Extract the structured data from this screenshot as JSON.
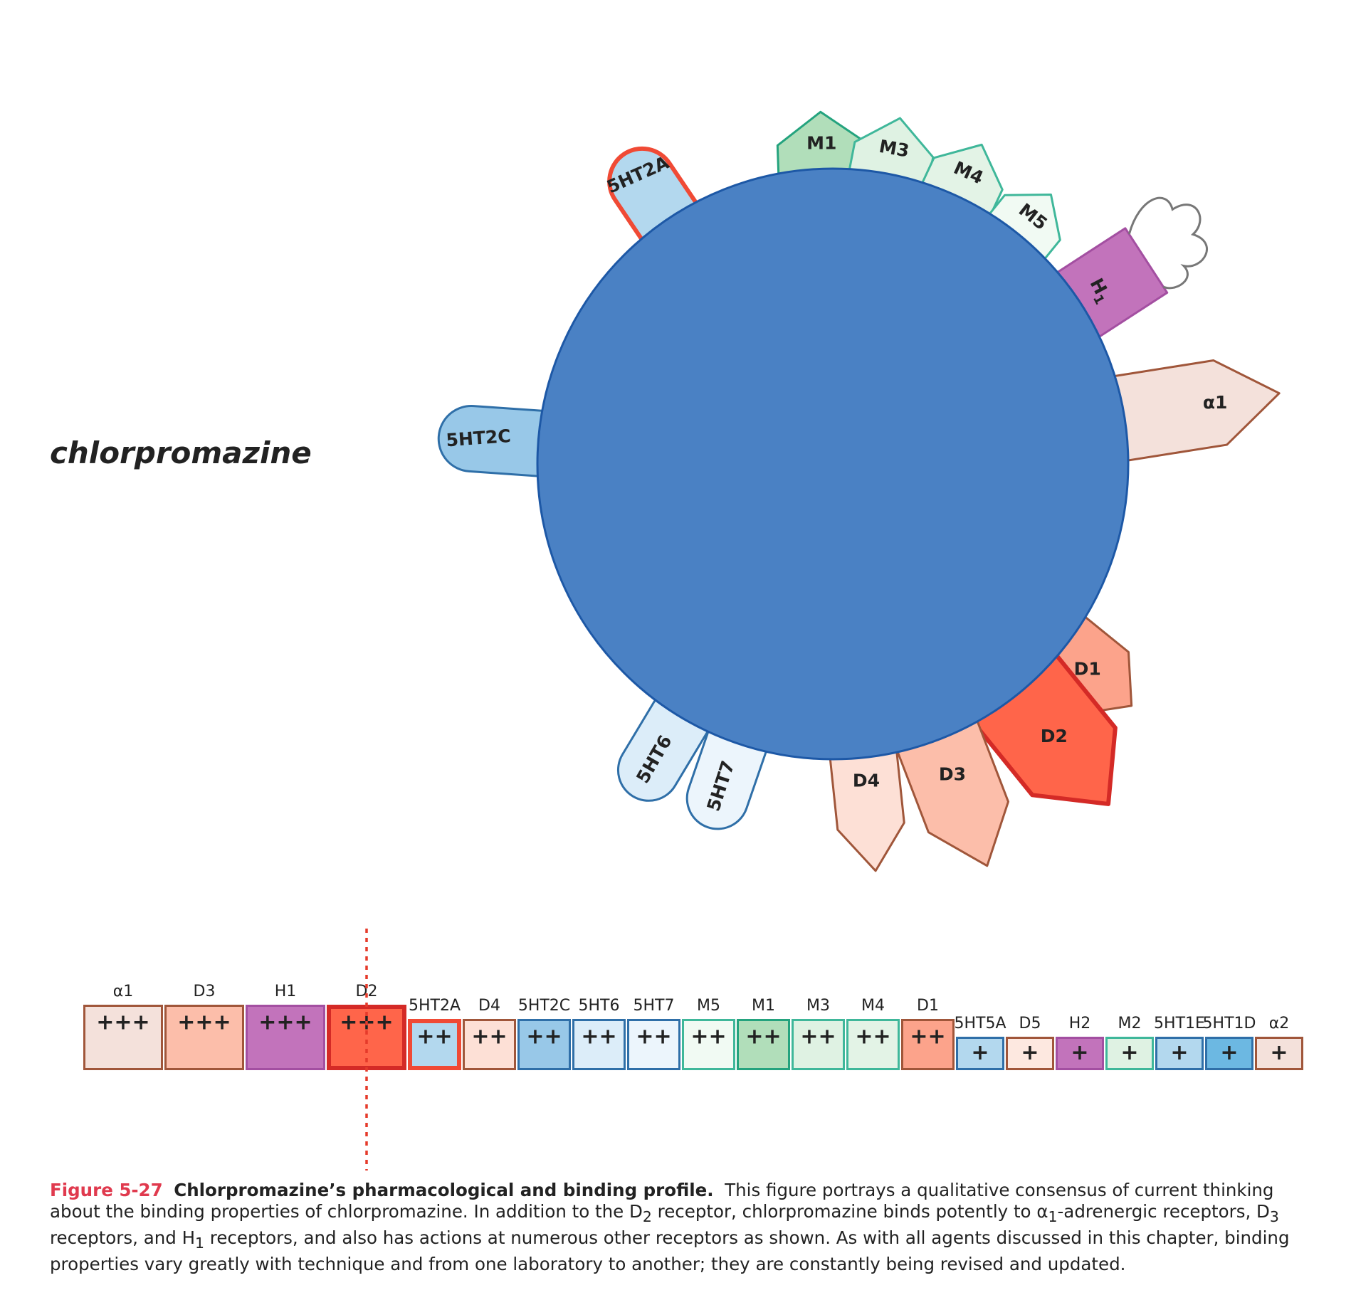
{
  "drug_name": "chlorpromazine",
  "colors": {
    "circle_fill": "#4a81c4",
    "circle_stroke": "#1d58a6",
    "highlight_stroke": "#e53a2a",
    "dotted_line": "#e53a2a",
    "caption_accent": "#e03a4e"
  },
  "receptors": [
    {
      "id": "5HT2A",
      "label": "5HT2A",
      "shape": "pill",
      "fill": "#b3d8ee",
      "stroke": "#f04a35",
      "highlight": true
    },
    {
      "id": "5HT2C",
      "label": "5HT2C",
      "shape": "pill",
      "fill": "#98c8e8",
      "stroke": "#2f6fa8"
    },
    {
      "id": "M1",
      "label": "M1",
      "shape": "pentagon",
      "fill": "#b1deba",
      "stroke": "#24a37e"
    },
    {
      "id": "M3",
      "label": "M3",
      "shape": "pentagon",
      "fill": "#dff2e3",
      "stroke": "#3fb79a"
    },
    {
      "id": "M4",
      "label": "M4",
      "shape": "pentagon",
      "fill": "#e3f3e6",
      "stroke": "#3fb79a"
    },
    {
      "id": "M5",
      "label": "M5",
      "shape": "pentagon",
      "fill": "#f1faf3",
      "stroke": "#3fb79a"
    },
    {
      "id": "H1",
      "label": "H",
      "sub": "1",
      "shape": "rect",
      "fill": "#c273bb",
      "stroke": "#a34fa1"
    },
    {
      "id": "a1",
      "label": "α1",
      "shape": "arrow",
      "fill": "#f4e1db",
      "stroke": "#a0563a"
    },
    {
      "id": "D1",
      "label": "D1",
      "shape": "arrow",
      "fill": "#fca38b",
      "stroke": "#a0563a"
    },
    {
      "id": "D2",
      "label": "D2",
      "shape": "arrow",
      "fill": "#ff654a",
      "stroke": "#d42a26",
      "highlight": true
    },
    {
      "id": "D3",
      "label": "D3",
      "shape": "arrow",
      "fill": "#fcbeaa",
      "stroke": "#a0563a"
    },
    {
      "id": "D4",
      "label": "D4",
      "shape": "arrow",
      "fill": "#fde0d6",
      "stroke": "#a0563a"
    },
    {
      "id": "5HT7",
      "label": "5HT7",
      "shape": "pill",
      "fill": "#ecf5fc",
      "stroke": "#2f6fa8"
    },
    {
      "id": "5HT6",
      "label": "5HT6",
      "shape": "pill",
      "fill": "#dcedf9",
      "stroke": "#2f6fa8"
    }
  ],
  "binding_bar": [
    {
      "label": "α1",
      "plus": "+++",
      "fill": "#f4e1db",
      "stroke": "#a0563a"
    },
    {
      "label": "D3",
      "plus": "+++",
      "fill": "#fcbeaa",
      "stroke": "#a0563a"
    },
    {
      "label": "H1",
      "plus": "+++",
      "fill": "#c273bb",
      "stroke": "#a34fa1"
    },
    {
      "label": "D2",
      "plus": "+++",
      "fill": "#ff654a",
      "stroke": "#d42a26",
      "highlight": true
    },
    {
      "label": "5HT2A",
      "plus": "++",
      "fill": "#b3d8ee",
      "stroke": "#f04a35",
      "highlight": true
    },
    {
      "label": "D4",
      "plus": "++",
      "fill": "#fde0d6",
      "stroke": "#a0563a"
    },
    {
      "label": "5HT2C",
      "plus": "++",
      "fill": "#98c8e8",
      "stroke": "#2f6fa8"
    },
    {
      "label": "5HT6",
      "plus": "++",
      "fill": "#dcedf9",
      "stroke": "#2f6fa8"
    },
    {
      "label": "5HT7",
      "plus": "++",
      "fill": "#ecf5fc",
      "stroke": "#2f6fa8"
    },
    {
      "label": "M5",
      "plus": "++",
      "fill": "#f1faf3",
      "stroke": "#3fb79a"
    },
    {
      "label": "M1",
      "plus": "++",
      "fill": "#b1deba",
      "stroke": "#24a37e"
    },
    {
      "label": "M3",
      "plus": "++",
      "fill": "#dff2e3",
      "stroke": "#3fb79a"
    },
    {
      "label": "M4",
      "plus": "++",
      "fill": "#e3f3e6",
      "stroke": "#3fb79a"
    },
    {
      "label": "D1",
      "plus": "++",
      "fill": "#fca38b",
      "stroke": "#a0563a"
    },
    {
      "label": "5HT5A",
      "plus": "+",
      "fill": "#b3d8ee",
      "stroke": "#2f6fa8"
    },
    {
      "label": "D5",
      "plus": "+",
      "fill": "#fde8e0",
      "stroke": "#a0563a"
    },
    {
      "label": "H2",
      "plus": "+",
      "fill": "#c273bb",
      "stroke": "#a34fa1"
    },
    {
      "label": "M2",
      "plus": "+",
      "fill": "#dff2e3",
      "stroke": "#3fb79a"
    },
    {
      "label": "5HT1E",
      "plus": "+",
      "fill": "#b3d8ee",
      "stroke": "#2f6fa8"
    },
    {
      "label": "5HT1D",
      "plus": "+",
      "fill": "#6cb8e2",
      "stroke": "#2f6fa8"
    },
    {
      "label": "α2",
      "plus": "+",
      "fill": "#f4e1db",
      "stroke": "#a0563a"
    }
  ],
  "caption": {
    "figure_number": "Figure 5-27",
    "figure_title": "Chlorpromazine’s pharmacological and binding profile.",
    "text_1": "This figure portrays a qualitative consensus of current thinking about the binding properties of chlorpromazine. In addition to the D",
    "sub_1": "2",
    "text_2": " receptor, chlorpromazine binds potently to α",
    "sub_2": "1",
    "text_3": "-adrenergic receptors, D",
    "sub_3": "3",
    "text_4": " receptors, and H",
    "sub_4": "1",
    "text_5": " receptors, and also has actions at numerous other receptors as shown. As with all agents discussed in this chapter, binding properties vary greatly with technique and from one laboratory to another; they are constantly being revised and updated."
  }
}
